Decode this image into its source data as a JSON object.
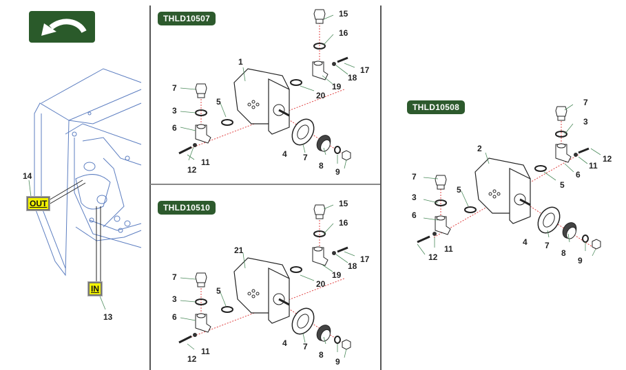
{
  "navigation": {
    "back_button_label": "Back",
    "back_icon": "curved-arrow-left-icon"
  },
  "overview": {
    "labels": [
      {
        "id": "out",
        "text": "OUT",
        "callout": "14"
      },
      {
        "id": "in",
        "text": "IN",
        "callout": "13"
      }
    ]
  },
  "panels": [
    {
      "id": "THLD10507",
      "tag": "THLD10507",
      "callouts": [
        "1",
        "7",
        "3",
        "6",
        "5",
        "12",
        "11",
        "4",
        "7",
        "8",
        "9",
        "15",
        "16",
        "17",
        "18",
        "19",
        "20"
      ]
    },
    {
      "id": "THLD10510",
      "tag": "THLD10510",
      "callouts": [
        "21",
        "7",
        "3",
        "6",
        "5",
        "12",
        "11",
        "4",
        "7",
        "8",
        "9",
        "15",
        "16",
        "17",
        "18",
        "19",
        "20"
      ]
    },
    {
      "id": "THLD10508",
      "tag": "THLD10508",
      "callouts": [
        "2",
        "7",
        "3",
        "6",
        "5",
        "12",
        "11",
        "4",
        "7",
        "8",
        "9",
        "7",
        "3",
        "6",
        "5",
        "11",
        "12"
      ]
    }
  ],
  "colors": {
    "tag_bg": "#2d5a2d",
    "back_bg": "#2a5a2a",
    "label_yellow": "#f2f200",
    "line_blue": "#5b7dc0",
    "leader_green": "#4a8a5a",
    "axis_red": "#e04040"
  }
}
